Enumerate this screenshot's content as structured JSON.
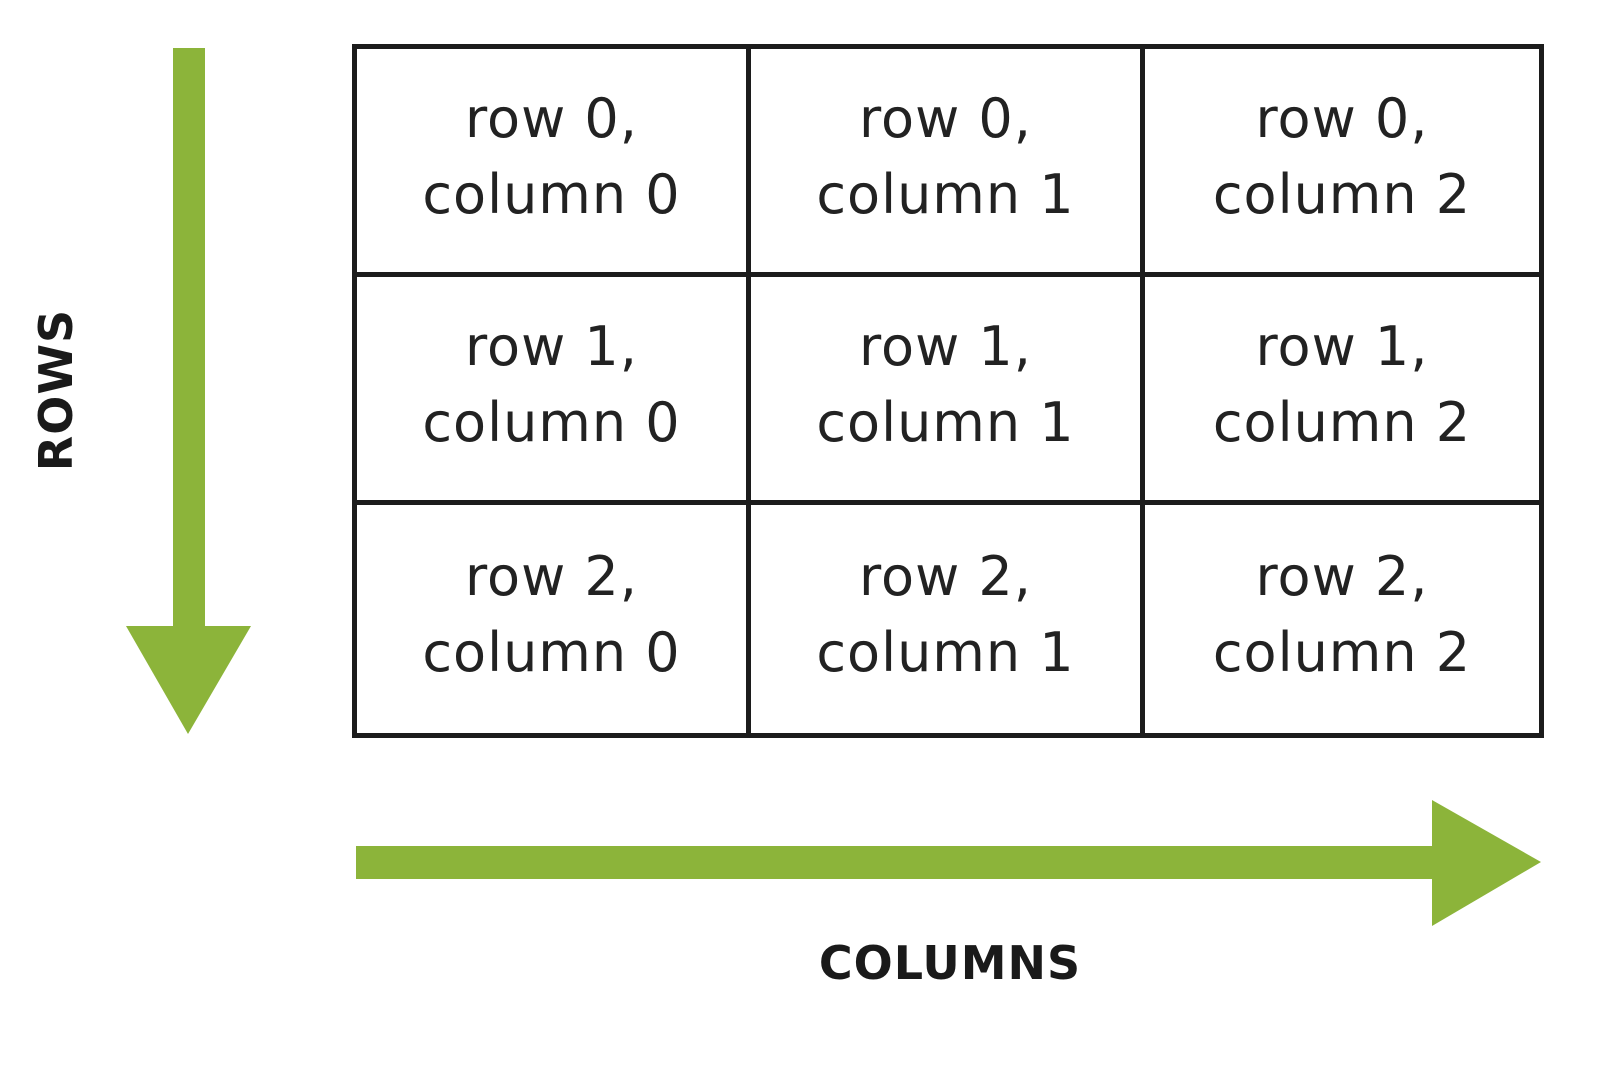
{
  "axes": {
    "rows_label": "ROWS",
    "columns_label": "COLUMNS",
    "arrow_color": "#8cb43a"
  },
  "grid": {
    "rows": [
      [
        "row 0,",
        "column 0"
      ],
      [
        "row 0,",
        "column 1"
      ],
      [
        "row 0,",
        "column 2"
      ],
      [
        "row 1,",
        "column 0"
      ],
      [
        "row 1,",
        "column 1"
      ],
      [
        "row 1,",
        "column 2"
      ],
      [
        "row 2,",
        "column 0"
      ],
      [
        "row 2,",
        "column 1"
      ],
      [
        "row 2,",
        "column 2"
      ]
    ]
  }
}
